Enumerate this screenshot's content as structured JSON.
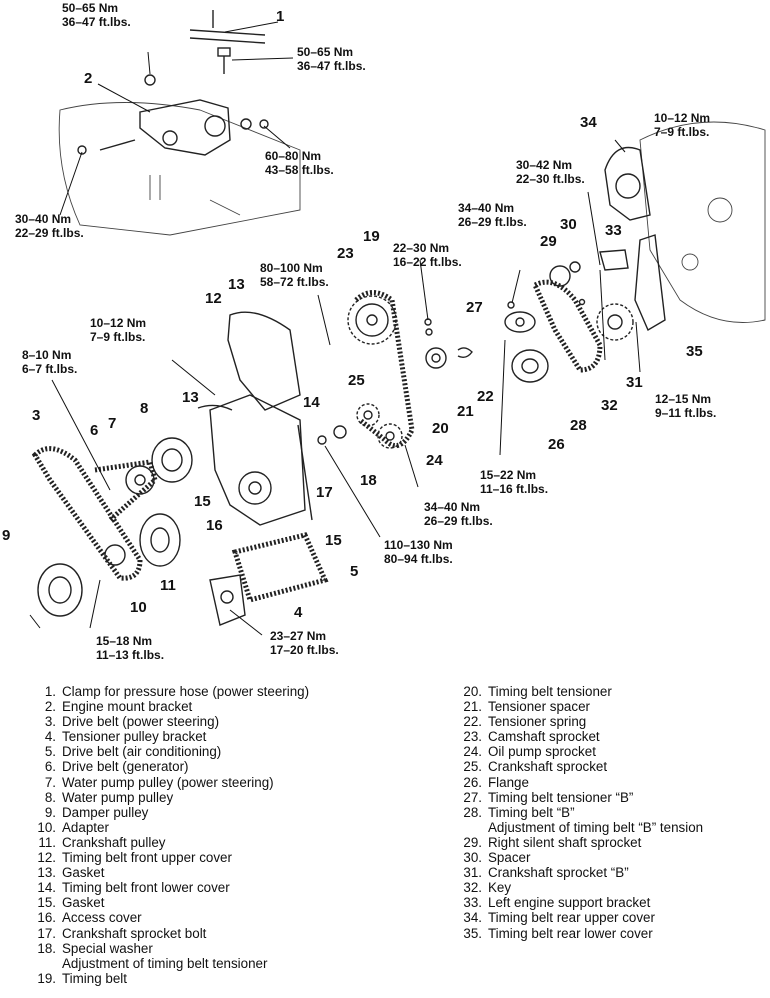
{
  "callouts": [
    {
      "num": "1"
    },
    {
      "num": "2"
    },
    {
      "num": "3"
    },
    {
      "num": "4"
    },
    {
      "num": "5"
    },
    {
      "num": "6"
    },
    {
      "num": "7"
    },
    {
      "num": "8"
    },
    {
      "num": "9"
    },
    {
      "num": "10"
    },
    {
      "num": "11"
    },
    {
      "num": "12"
    },
    {
      "num": "13"
    },
    {
      "num": "13"
    },
    {
      "num": "14"
    },
    {
      "num": "15"
    },
    {
      "num": "15"
    },
    {
      "num": "16"
    },
    {
      "num": "17"
    },
    {
      "num": "18"
    },
    {
      "num": "19"
    },
    {
      "num": "20"
    },
    {
      "num": "21"
    },
    {
      "num": "22"
    },
    {
      "num": "23"
    },
    {
      "num": "24"
    },
    {
      "num": "25"
    },
    {
      "num": "26"
    },
    {
      "num": "27"
    },
    {
      "num": "28"
    },
    {
      "num": "29"
    },
    {
      "num": "30"
    },
    {
      "num": "31"
    },
    {
      "num": "32"
    },
    {
      "num": "33"
    },
    {
      "num": "34"
    },
    {
      "num": "35"
    }
  ],
  "torques": [
    {
      "nm": "50–65 Nm",
      "ft": "36–47 ft.lbs."
    },
    {
      "nm": "50–65 Nm",
      "ft": "36–47 ft.lbs."
    },
    {
      "nm": "60–80 Nm",
      "ft": "43–58 ft.lbs."
    },
    {
      "nm": "30–40 Nm",
      "ft": "22–29 ft.lbs."
    },
    {
      "nm": "10–12 Nm",
      "ft": "7–9 ft.lbs."
    },
    {
      "nm": "30–42 Nm",
      "ft": "22–30 ft.lbs."
    },
    {
      "nm": "34–40 Nm",
      "ft": "26–29 ft.lbs."
    },
    {
      "nm": "22–30 Nm",
      "ft": "16–22 ft.lbs."
    },
    {
      "nm": "80–100 Nm",
      "ft": "58–72 ft.lbs."
    },
    {
      "nm": "10–12 Nm",
      "ft": "7–9 ft.lbs."
    },
    {
      "nm": "8–10 Nm",
      "ft": "6–7 ft.lbs."
    },
    {
      "nm": "12–15 Nm",
      "ft": "9–11 ft.lbs."
    },
    {
      "nm": "15–22 Nm",
      "ft": "11–16 ft.lbs."
    },
    {
      "nm": "34–40 Nm",
      "ft": "26–29 ft.lbs."
    },
    {
      "nm": "110–130 Nm",
      "ft": "80–94 ft.lbs."
    },
    {
      "nm": "15–18 Nm",
      "ft": "11–13 ft.lbs."
    },
    {
      "nm": "23–27 Nm",
      "ft": "17–20 ft.lbs."
    }
  ],
  "legend_left": [
    {
      "n": "1.",
      "text": "Clamp for pressure hose (power steering)"
    },
    {
      "n": "2.",
      "text": "Engine mount bracket"
    },
    {
      "n": "3.",
      "text": "Drive belt (power steering)"
    },
    {
      "n": "4.",
      "text": "Tensioner pulley bracket"
    },
    {
      "n": "5.",
      "text": "Drive belt (air conditioning)"
    },
    {
      "n": "6.",
      "text": "Drive belt (generator)"
    },
    {
      "n": "7.",
      "text": "Water pump pulley (power steering)"
    },
    {
      "n": "8.",
      "text": "Water pump pulley"
    },
    {
      "n": "9.",
      "text": "Damper pulley"
    },
    {
      "n": "10.",
      "text": "Adapter"
    },
    {
      "n": "11.",
      "text": "Crankshaft pulley"
    },
    {
      "n": "12.",
      "text": "Timing belt front upper cover"
    },
    {
      "n": "13.",
      "text": "Gasket"
    },
    {
      "n": "14.",
      "text": "Timing belt front lower cover"
    },
    {
      "n": "15.",
      "text": "Gasket"
    },
    {
      "n": "16.",
      "text": "Access cover"
    },
    {
      "n": "17.",
      "text": "Crankshaft sprocket bolt"
    },
    {
      "n": "18.",
      "text": "Special washer",
      "sub": "Adjustment of timing belt tensioner"
    },
    {
      "n": "19.",
      "text": "Timing belt"
    }
  ],
  "legend_right": [
    {
      "n": "20.",
      "text": "Timing belt tensioner"
    },
    {
      "n": "21.",
      "text": "Tensioner spacer"
    },
    {
      "n": "22.",
      "text": "Tensioner spring"
    },
    {
      "n": "23.",
      "text": "Camshaft sprocket"
    },
    {
      "n": "24.",
      "text": "Oil pump sprocket"
    },
    {
      "n": "25.",
      "text": "Crankshaft sprocket"
    },
    {
      "n": "26.",
      "text": "Flange"
    },
    {
      "n": "27.",
      "text": "Timing belt tensioner “B”"
    },
    {
      "n": "28.",
      "text": "Timing belt “B”",
      "sub": "Adjustment of timing belt “B” tension"
    },
    {
      "n": "29.",
      "text": "Right silent shaft sprocket"
    },
    {
      "n": "30.",
      "text": "Spacer"
    },
    {
      "n": "31.",
      "text": "Crankshaft sprocket “B”"
    },
    {
      "n": "32.",
      "text": "Key"
    },
    {
      "n": "33.",
      "text": "Left engine support bracket"
    },
    {
      "n": "34.",
      "text": "Timing belt rear upper cover"
    },
    {
      "n": "35.",
      "text": "Timing belt rear lower cover"
    }
  ]
}
